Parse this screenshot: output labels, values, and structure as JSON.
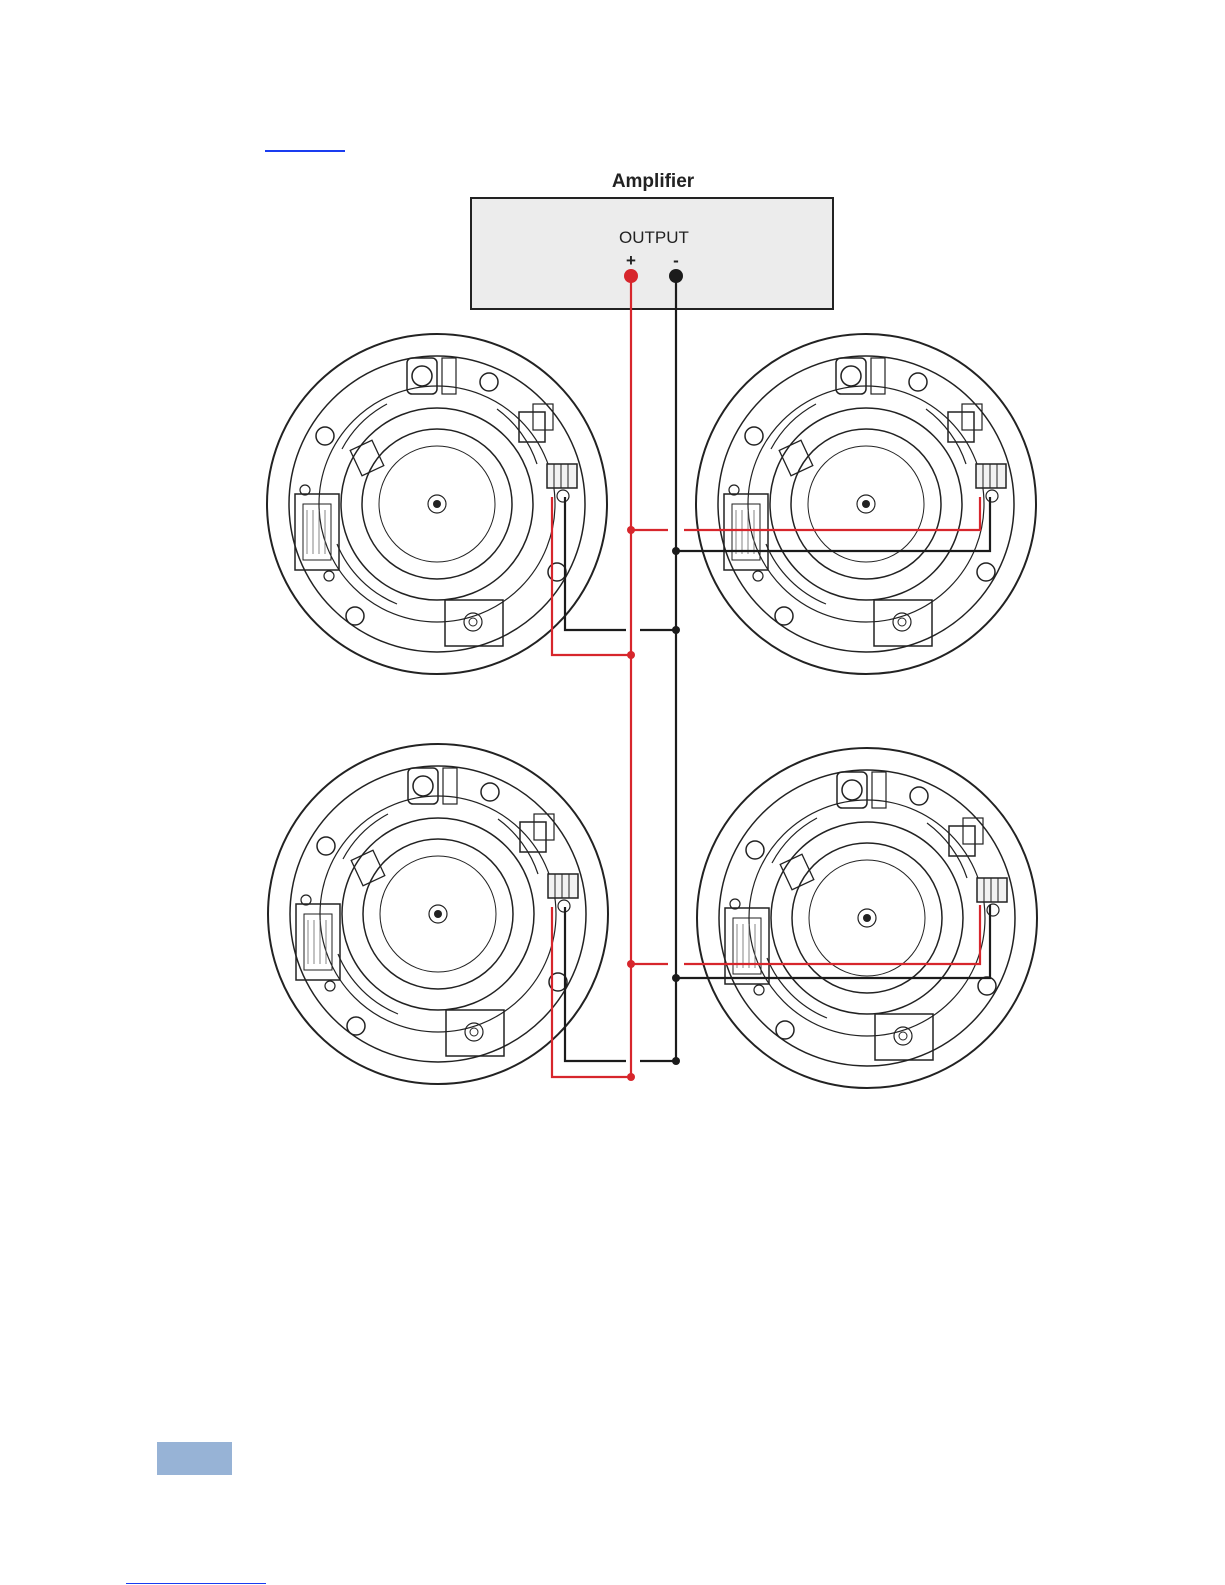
{
  "amplifier": {
    "title": "Amplifier",
    "output_label": "OUTPUT",
    "plus_label": "+",
    "minus_label": "-"
  },
  "colors": {
    "positive_wire": "#d7262c",
    "negative_wire": "#1b1b1b",
    "amp_box_fill": "#ececec",
    "page_tab": "#97b3d6",
    "link": "#1a3cf0"
  },
  "speakers": [
    {
      "id": "top-left"
    },
    {
      "id": "top-right"
    },
    {
      "id": "bottom-left"
    },
    {
      "id": "bottom-right"
    }
  ]
}
